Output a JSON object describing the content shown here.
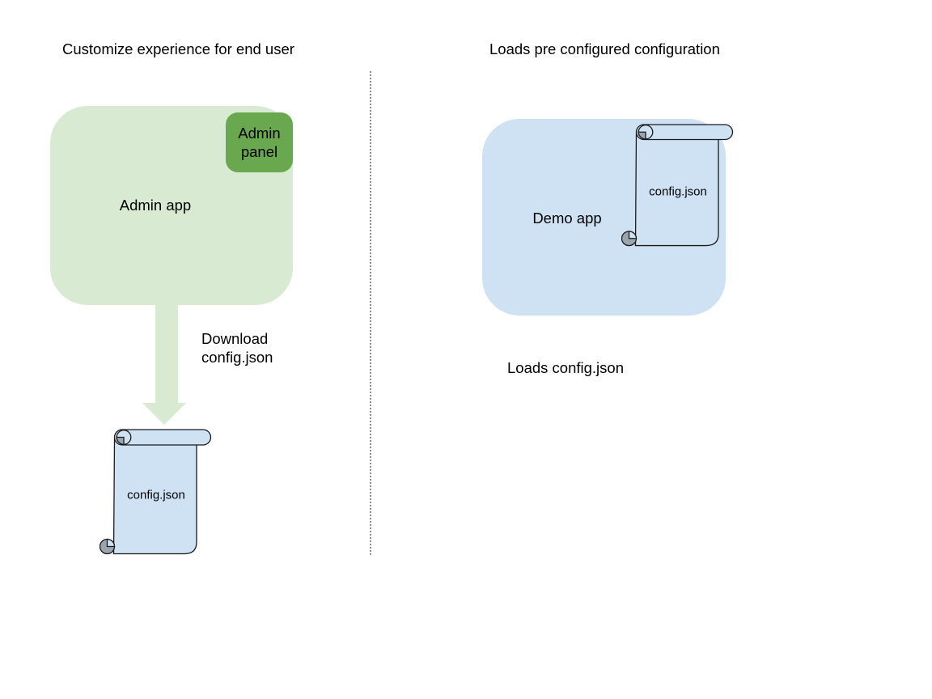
{
  "colors": {
    "light_green": "#d9ead3",
    "dark_green": "#6aa84f",
    "light_blue": "#cfe2f3",
    "curl_gray": "#9aa6af",
    "divider_gray": "#8c8c8c",
    "text": "#000000"
  },
  "left": {
    "title": "Customize experience for end user",
    "admin_app": {
      "label": "Admin app"
    },
    "admin_panel": {
      "label": "Admin panel"
    },
    "arrow_label": "Download config.json",
    "config_file": {
      "label": "config.json"
    }
  },
  "right": {
    "title": "Loads pre configured configuration",
    "demo_app": {
      "label": "Demo app"
    },
    "config_file": {
      "label": "config.json"
    },
    "loads_label": "Loads config.json"
  }
}
